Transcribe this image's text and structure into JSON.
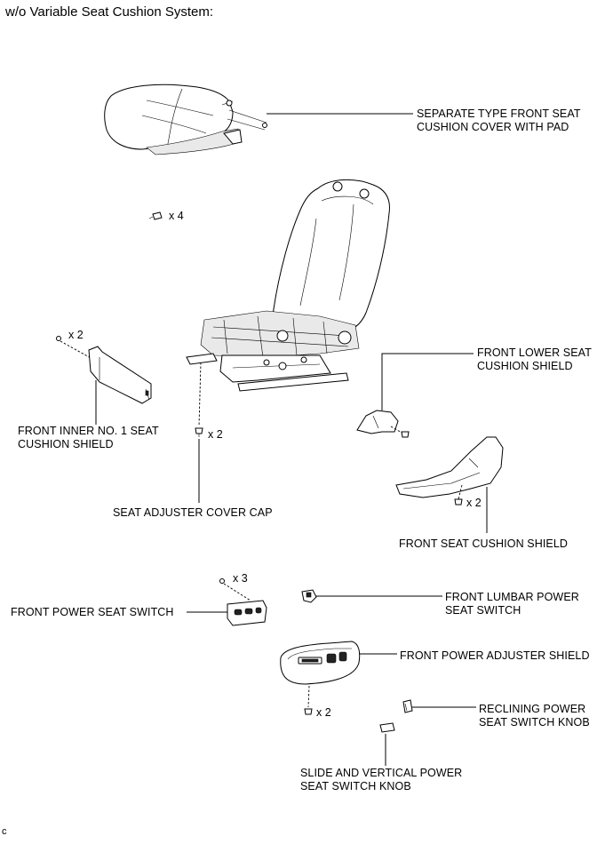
{
  "title": "w/o Variable Seat Cushion System:",
  "footer_code": "c",
  "labels": {
    "seat_cushion_cover": "SEPARATE TYPE FRONT SEAT\nCUSHION COVER WITH PAD",
    "lower_seat_shield": "FRONT LOWER SEAT\nCUSHION SHIELD",
    "inner_shield": "FRONT INNER NO. 1 SEAT\nCUSHION SHIELD",
    "adjuster_cap": "SEAT ADJUSTER COVER CAP",
    "cushion_shield": "FRONT SEAT CUSHION SHIELD",
    "power_seat_switch": "FRONT POWER SEAT SWITCH",
    "lumbar_switch": "FRONT LUMBAR POWER\nSEAT SWITCH",
    "adjuster_shield": "FRONT POWER ADJUSTER SHIELD",
    "reclining_knob": "RECLINING POWER\nSEAT SWITCH KNOB",
    "slide_knob": "SLIDE AND VERTICAL POWER\nSEAT SWITCH KNOB"
  },
  "counts": {
    "hog_rings": "x 4",
    "inner_shield_screws": "x 2",
    "cap_screws": "x 2",
    "cushion_shield_screws": "x 2",
    "switch_screws": "x 3",
    "adjuster_shield_screws": "x 2"
  }
}
